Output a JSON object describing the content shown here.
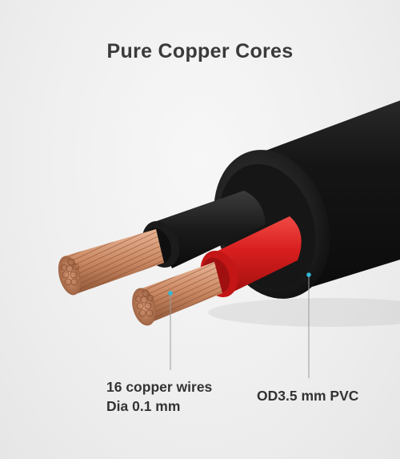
{
  "title": "Pure Copper Cores",
  "callouts": {
    "wires_line1": "16 copper wires",
    "wires_line2": "Dia 0.1 mm",
    "jacket": "OD3.5 mm PVC"
  },
  "colors": {
    "background": "#efefef",
    "title_text": "#3a3a3a",
    "label_text": "#333333",
    "jacket": "#141414",
    "red_insulation": "#d81e1e",
    "black_insulation": "#1a1a1a",
    "copper": "#c98762",
    "marker_dot": "#2fb9d6",
    "leader_line": "#9a9a9a"
  }
}
